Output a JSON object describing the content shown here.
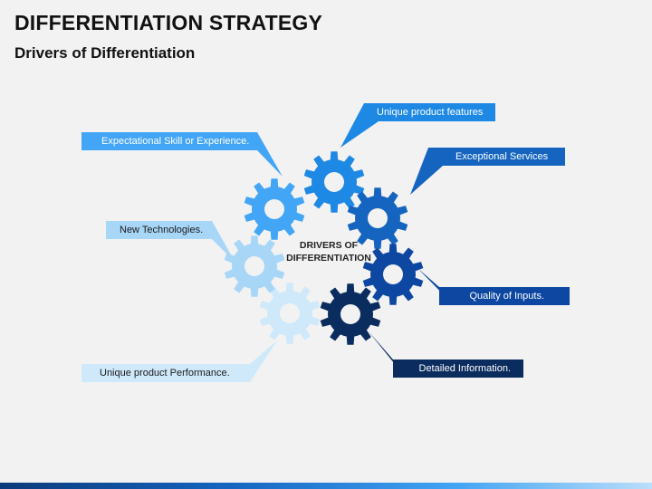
{
  "header": {
    "title": "DIFFERENTIATION STRATEGY",
    "subtitle": "Drivers of Differentiation"
  },
  "center": {
    "line1": "DRIVERS OF",
    "line2": "DIFFERENTIATION"
  },
  "drivers": [
    {
      "label": "Unique product features",
      "color": "#1e88e5",
      "text_color": "#ffffff"
    },
    {
      "label": "Exceptional Services",
      "color": "#1565c0",
      "text_color": "#ffffff"
    },
    {
      "label": "Quality of Inputs.",
      "color": "#0d47a1",
      "text_color": "#ffffff"
    },
    {
      "label": "Detailed Information.",
      "color": "#0b2c5e",
      "text_color": "#ffffff"
    },
    {
      "label": "Unique product Performance.",
      "color": "#cfe9fb",
      "text_color": "#1a1a1a"
    },
    {
      "label": "New Technologies.",
      "color": "#a8d6f7",
      "text_color": "#1a1a1a"
    },
    {
      "label": "Expectational Skill or Experience.",
      "color": "#42a5f5",
      "text_color": "#ffffff"
    }
  ]
}
